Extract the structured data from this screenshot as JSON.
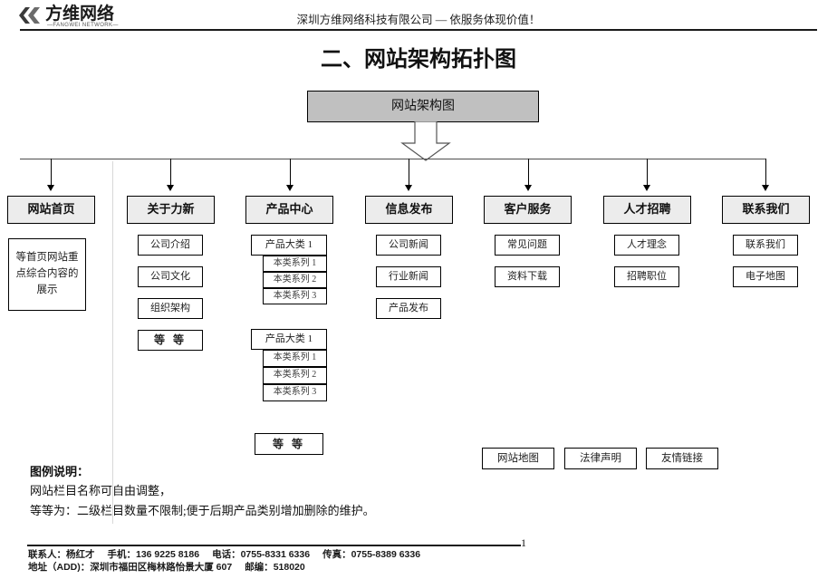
{
  "header": {
    "logo_cn": "方维网络",
    "logo_en": "—FANGWEI NETWORK—",
    "company_line": "深圳方维网络科技有限公司 —  依服务体现价值！"
  },
  "title": "二、网站架构拓扑图",
  "root": {
    "label": "网站架构图"
  },
  "columns": [
    {
      "key": "home",
      "label": "网站首页",
      "children": [],
      "note": "等首页网站重点综合内容的展示"
    },
    {
      "key": "about",
      "label": "关于力新",
      "children": [
        "公司介绍",
        "公司文化",
        "组织架构",
        "等  等"
      ]
    },
    {
      "key": "product",
      "label": "产品中心",
      "groups": [
        {
          "label": "产品大类 1",
          "items": [
            "本类系列 1",
            "本类系列 2",
            "本类系列 3"
          ]
        },
        {
          "label": "产品大类 1",
          "items": [
            "本类系列 1",
            "本类系列 2",
            "本类系列 3"
          ]
        }
      ],
      "tail": "等  等"
    },
    {
      "key": "news",
      "label": "信息发布",
      "children": [
        "公司新闻",
        "行业新闻",
        "产品发布"
      ]
    },
    {
      "key": "service",
      "label": "客户服务",
      "children": [
        "常见问题",
        "资料下载"
      ]
    },
    {
      "key": "jobs",
      "label": "人才招聘",
      "children": [
        "人才理念",
        "招聘职位"
      ]
    },
    {
      "key": "contact",
      "label": "联系我们",
      "children": [
        "联系我们",
        "电子地图"
      ]
    }
  ],
  "footer_links": [
    "网站地图",
    "法律声明",
    "友情链接"
  ],
  "legend": {
    "heading": "图例说明：",
    "line1": "网站栏目名称可自由调整，",
    "line2": "等等为：二级栏目数量不限制;便于后期产品类别增加删除的维护。"
  },
  "page_footer": {
    "page_number": "1",
    "contact_label": "联系人：",
    "contact_name": "杨红才",
    "mobile_label": "手机：",
    "mobile": "136 9225 8186",
    "tel_label": "电话：",
    "tel": "0755-8331 6336",
    "fax_label": "传真：",
    "fax": "0755-8389 6336",
    "addr_label": "地址（ADD)：",
    "addr": "深圳市福田区梅林路怡景大厦 607",
    "zip_label": "邮编：",
    "zip": "518020"
  },
  "colors": {
    "root_fill": "#c0c0c0",
    "level1_fill": "#ececec",
    "border": "#000000",
    "connector": "#4d4d4d"
  }
}
